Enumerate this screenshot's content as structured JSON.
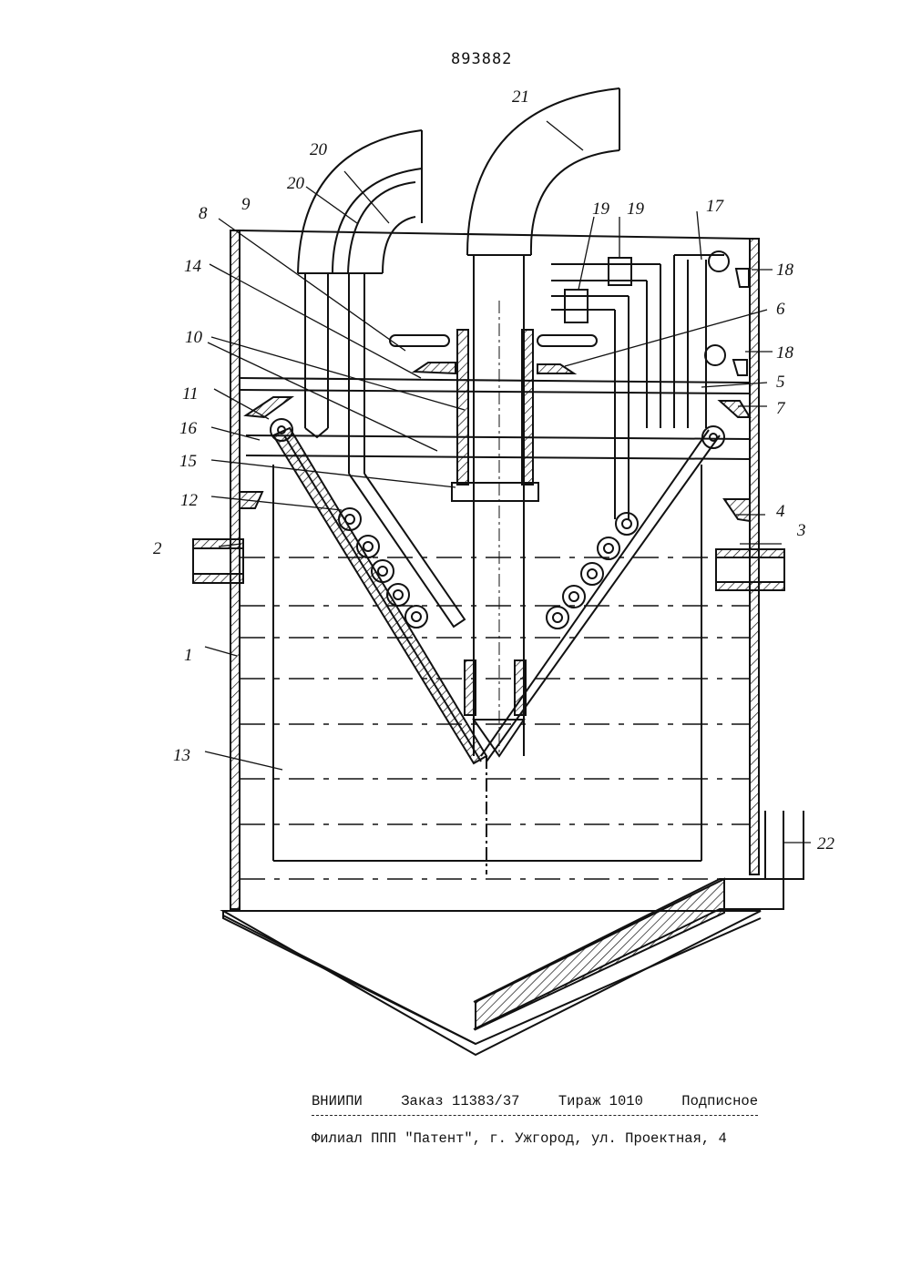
{
  "header": {
    "patent_number": "893882"
  },
  "drawing": {
    "labels": [
      "1",
      "2",
      "3",
      "4",
      "5",
      "6",
      "7",
      "8",
      "9",
      "10",
      "11",
      "12",
      "13",
      "14",
      "15",
      "16",
      "17",
      "18",
      "18",
      "19",
      "19",
      "20",
      "20",
      "21",
      "22"
    ]
  },
  "imprint": {
    "publisher": "ВНИИПИ",
    "order": "Заказ 11383/37",
    "circulation": "Тираж 1010",
    "subscription": "Подписное",
    "address": "Филиал ППП \"Патент\", г. Ужгород, ул. Проектная, 4"
  }
}
